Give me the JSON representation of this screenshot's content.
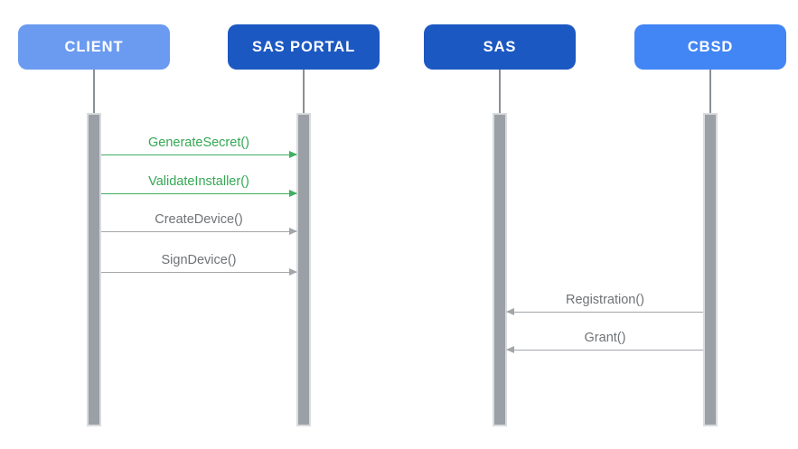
{
  "diagram": {
    "type": "sequence-diagram",
    "background": "#ffffff",
    "actors": [
      {
        "id": "client",
        "label": "CLIENT",
        "color": "#6b9bf0",
        "text_color": "#ffffff"
      },
      {
        "id": "sas-portal",
        "label": "SAS PORTAL",
        "color": "#1c58c2",
        "text_color": "#ffffff"
      },
      {
        "id": "sas",
        "label": "SAS",
        "color": "#1c58c2",
        "text_color": "#ffffff"
      },
      {
        "id": "cbsd",
        "label": "CBSD",
        "color": "#4285f4",
        "text_color": "#ffffff"
      }
    ],
    "lifeline_color": "#8a9095",
    "activation_bar_color": "#9aa0a6",
    "messages": [
      {
        "label": "GenerateSecret()",
        "from": "CLIENT",
        "to": "SAS PORTAL",
        "direction": "right",
        "text_color": "#34a853",
        "line_color": "#41ae60"
      },
      {
        "label": "ValidateInstaller()",
        "from": "CLIENT",
        "to": "SAS PORTAL",
        "direction": "right",
        "text_color": "#34a853",
        "line_color": "#41ae60"
      },
      {
        "label": "CreateDevice()",
        "from": "CLIENT",
        "to": "SAS PORTAL",
        "direction": "right",
        "text_color": "#6f7377",
        "line_color": "#a2a6aa"
      },
      {
        "label": "SignDevice()",
        "from": "CLIENT",
        "to": "SAS PORTAL",
        "direction": "right",
        "text_color": "#6f7377",
        "line_color": "#a2a6aa"
      },
      {
        "label": "Registration()",
        "from": "CBSD",
        "to": "SAS",
        "direction": "left",
        "text_color": "#6f7377",
        "line_color": "#a2a6aa"
      },
      {
        "label": "Grant()",
        "from": "CBSD",
        "to": "SAS",
        "direction": "left",
        "text_color": "#6f7377",
        "line_color": "#a2a6aa"
      }
    ]
  }
}
